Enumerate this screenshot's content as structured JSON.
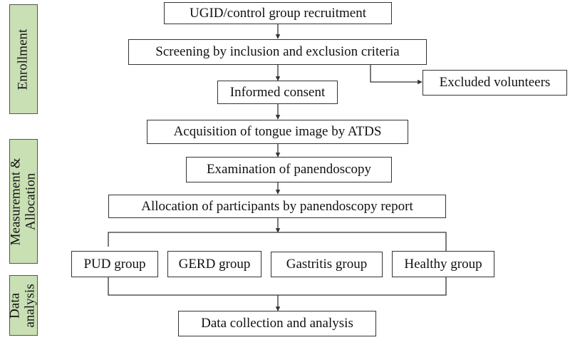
{
  "phases": {
    "enrollment": "Enrollment",
    "measurement_line1": "Measurement &",
    "measurement_line2": "Allocation",
    "analysis_line1": "Data",
    "analysis_line2": "analysis"
  },
  "steps": {
    "recruitment": "UGID/control group recruitment",
    "screening": "Screening by inclusion and exclusion criteria",
    "excluded": "Excluded volunteers",
    "consent": "Informed consent",
    "acquisition": "Acquisition of tongue image by ATDS",
    "examination": "Examination of panendoscopy",
    "allocation": "Allocation of participants by panendoscopy report",
    "data_collection": "Data collection and analysis"
  },
  "groups": [
    "PUD group",
    "GERD group",
    "Gastritis group",
    "Healthy group"
  ]
}
